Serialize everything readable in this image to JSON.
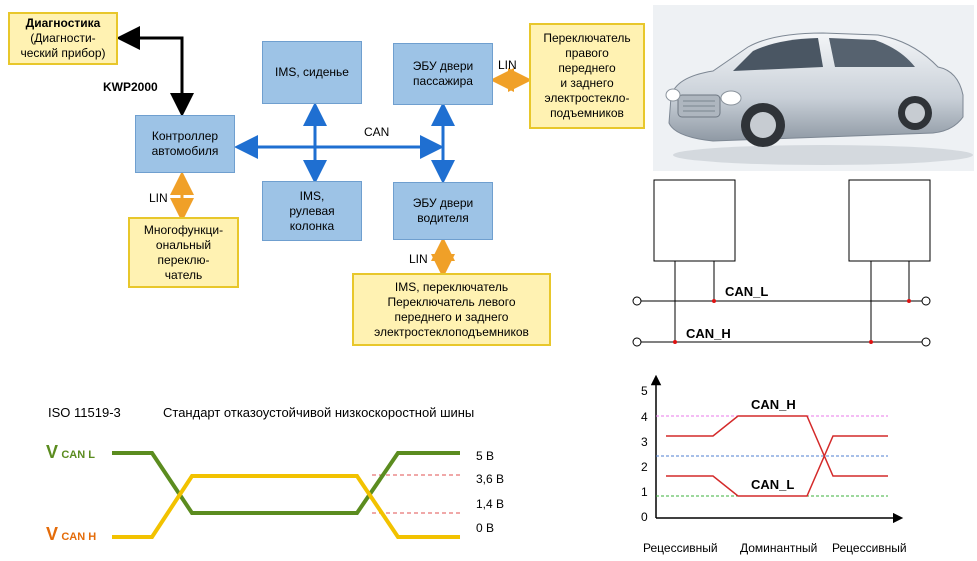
{
  "network": {
    "diag": [
      "Диагностика",
      "(Диагности-",
      "ческий прибор)"
    ],
    "kwp": "KWP2000",
    "controller": [
      "Контроллер",
      "автомобиля"
    ],
    "lin_left": "LIN",
    "mfs": [
      "Многофункци-",
      "ональный",
      "переклю-",
      "чатель"
    ],
    "ims_seat": "IMS, сиденье",
    "ims_steer": [
      "IMS,",
      "рулевая",
      "колонка"
    ],
    "can": "CAN",
    "ecu_pass": [
      "ЭБУ двери",
      "пассажира"
    ],
    "ecu_drv": [
      "ЭБУ двери",
      "водителя"
    ],
    "lin_right": "LIN",
    "lin_bottom": "LIN",
    "right_switch": [
      "Переключатель",
      "правого",
      "переднего",
      "и заднего",
      "электростекло-",
      "подъемников"
    ],
    "bottom_switch": [
      "IMS, переключатель",
      "Переключатель левого",
      "переднего и заднего",
      "электростеклоподъемников"
    ]
  },
  "bus_diagram": {
    "can_l": "CAN_L",
    "can_h": "CAN_H"
  },
  "iso": {
    "code": "ISO 11519-3",
    "title": "Стандарт отказоустойчивой низкоскоростной шины",
    "vcanl_v": "V",
    "vcanl_sub": "CAN L",
    "vcanh_v": "V",
    "vcanh_sub": "CAN H",
    "levels": [
      "5 В",
      "3,6 В",
      "1,4 В",
      "0 В"
    ]
  },
  "signal": {
    "y_ticks": [
      "5",
      "4",
      "3",
      "2",
      "1",
      "0"
    ],
    "can_h": "CAN_H",
    "can_l": "CAN_L",
    "x_labels": [
      "Рецессивный",
      "Доминантный",
      "Рецессивный"
    ]
  },
  "colors": {
    "blue_box": "#9dc3e6",
    "yellow_box": "#fff2b2",
    "can_l_green": "#5b8c1f",
    "can_h_orange": "#e46c0a"
  }
}
